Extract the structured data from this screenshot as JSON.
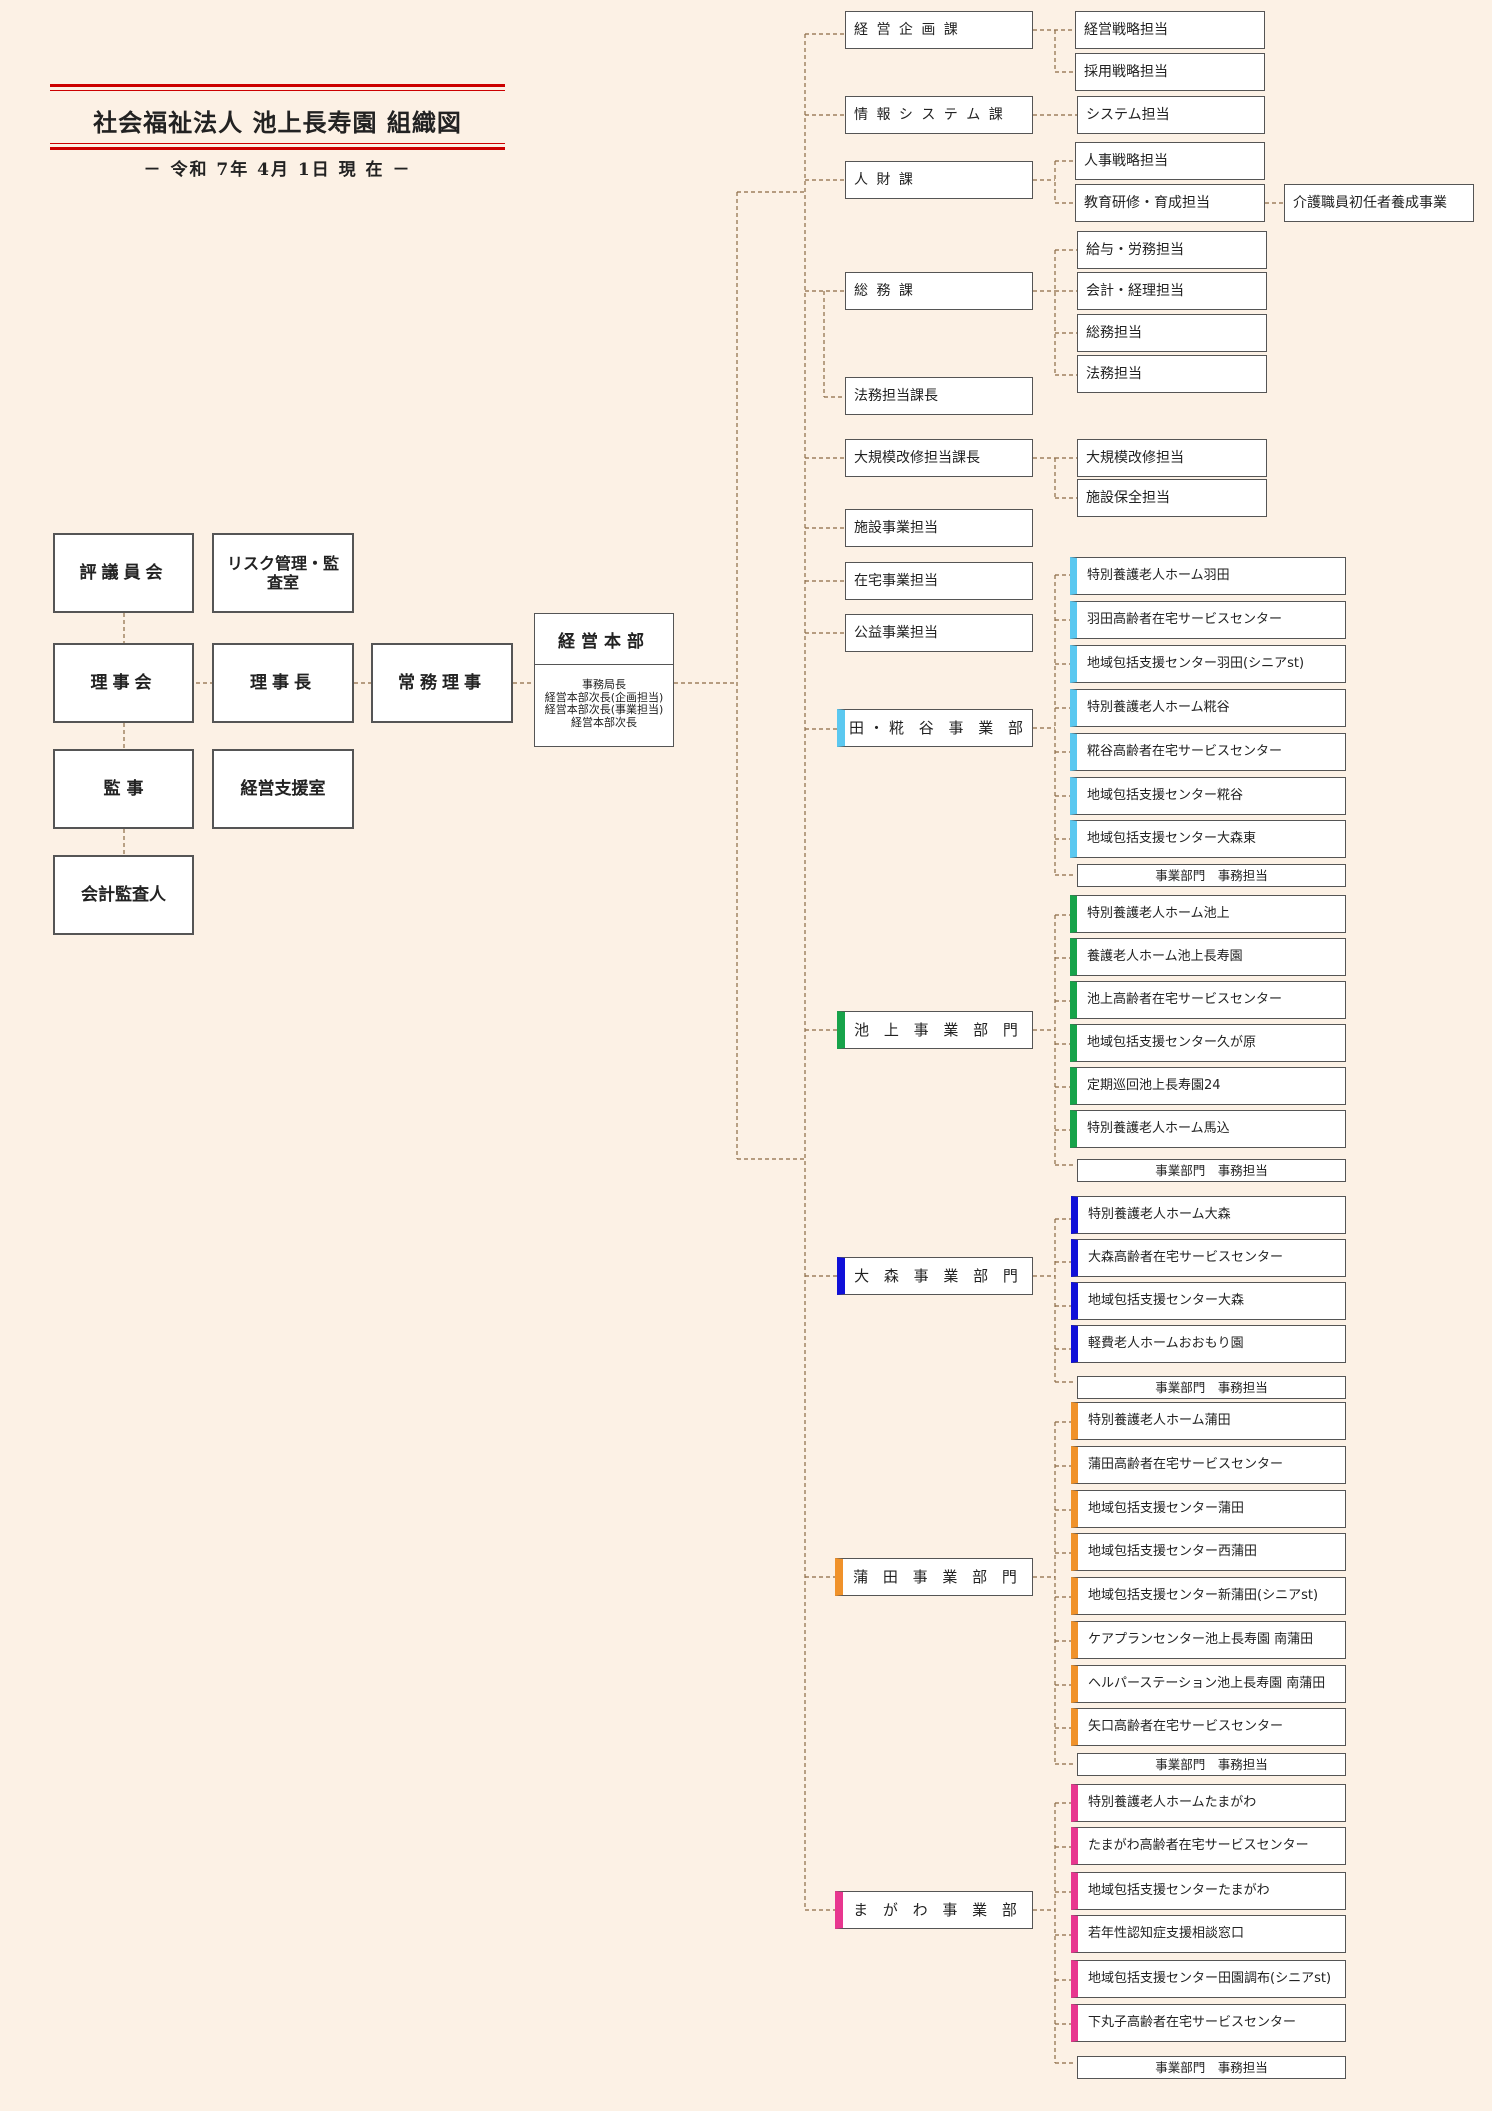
{
  "title": "社会福祉法人 池上長寿園 組織図",
  "date": "－ 令和 7年 4月 1日 現 在 －",
  "left": {
    "council": "評議員会",
    "board": "理事会",
    "auditor": "監 事",
    "accounting_auditor": "会計監査人",
    "risk": "リスク管理・監査室",
    "chairman": "理事長",
    "support": "経営支援室",
    "managing_director": "常務理事"
  },
  "hq": {
    "title": "経営本部",
    "subs": [
      "事務局長",
      "経営本部次長(企画担当)",
      "経営本部次長(事業担当)",
      "経営本部次長"
    ]
  },
  "hq_depts": {
    "planning": {
      "label": "経 営 企 画 課",
      "children": [
        "経営戦略担当",
        "採用戦略担当"
      ]
    },
    "info": {
      "label": "情 報 シ ス テ ム 課",
      "children": [
        "システム担当"
      ]
    },
    "hr": {
      "label": "人 財 課",
      "children": [
        "人事戦略担当",
        "教育研修・育成担当"
      ],
      "grandchild": "介護職員初任者養成事業"
    },
    "general": {
      "label": "総 務 課",
      "children": [
        "給与・労務担当",
        "会計・経理担当",
        "総務担当",
        "法務担当"
      ]
    },
    "legal_chief": "法務担当課長",
    "renov": {
      "label": "大規模改修担当課長",
      "children": [
        "大規模改修担当",
        "施設保全担当"
      ]
    }
  },
  "biz_sections": [
    "施設事業担当",
    "在宅事業担当",
    "公益事業担当"
  ],
  "divisions": [
    {
      "name": "羽 田・糀 谷 事 業 部 門",
      "color": "#5bc8f0",
      "facilities": [
        "特別養護老人ホーム羽田",
        "羽田高齢者在宅サービスセンター",
        "地域包括支援センター羽田(シニアst)",
        "特別養護老人ホーム糀谷",
        "糀谷高齢者在宅サービスセンター",
        "地域包括支援センター糀谷",
        "地域包括支援センター大森東"
      ],
      "office": "事業部門　事務担当"
    },
    {
      "name": "池 上 事 業 部 門",
      "color": "#17a34a",
      "facilities": [
        "特別養護老人ホーム池上",
        "養護老人ホーム池上長寿園",
        "池上高齢者在宅サービスセンター",
        "地域包括支援センター久が原",
        "定期巡回池上長寿園24",
        "特別養護老人ホーム馬込"
      ],
      "office": "事業部門　事務担当"
    },
    {
      "name": "大 森 事 業 部 門",
      "color": "#1010d8",
      "facilities": [
        "特別養護老人ホーム大森",
        "大森高齢者在宅サービスセンター",
        "地域包括支援センター大森",
        "軽費老人ホームおおもり園"
      ],
      "office": "事業部門　事務担当"
    },
    {
      "name": "蒲 田 事 業 部 門",
      "color": "#f0922a",
      "facilities": [
        "特別養護老人ホーム蒲田",
        "蒲田高齢者在宅サービスセンター",
        "地域包括支援センター蒲田",
        "地域包括支援センター西蒲田",
        "地域包括支援センター新蒲田(シニアst)",
        "ケアプランセンター池上長寿園 南蒲田",
        "ヘルパーステーション池上長寿園 南蒲田",
        "矢口高齢者在宅サービスセンター"
      ],
      "office": "事業部門　事務担当"
    },
    {
      "name": "た ま が わ 事 業 部 門",
      "color": "#e8378f",
      "facilities": [
        "特別養護老人ホームたまがわ",
        "たまがわ高齢者在宅サービスセンター",
        "地域包括支援センターたまがわ",
        "若年性認知症支援相談窓口",
        "地域包括支援センター田園調布(シニアst)",
        "下丸子高齢者在宅サービスセンター"
      ],
      "office": "事業部門　事務担当"
    }
  ],
  "colors": {
    "background": "#fcf1e5",
    "title_rule": "#cc0000",
    "connector": "#8b6a44"
  }
}
